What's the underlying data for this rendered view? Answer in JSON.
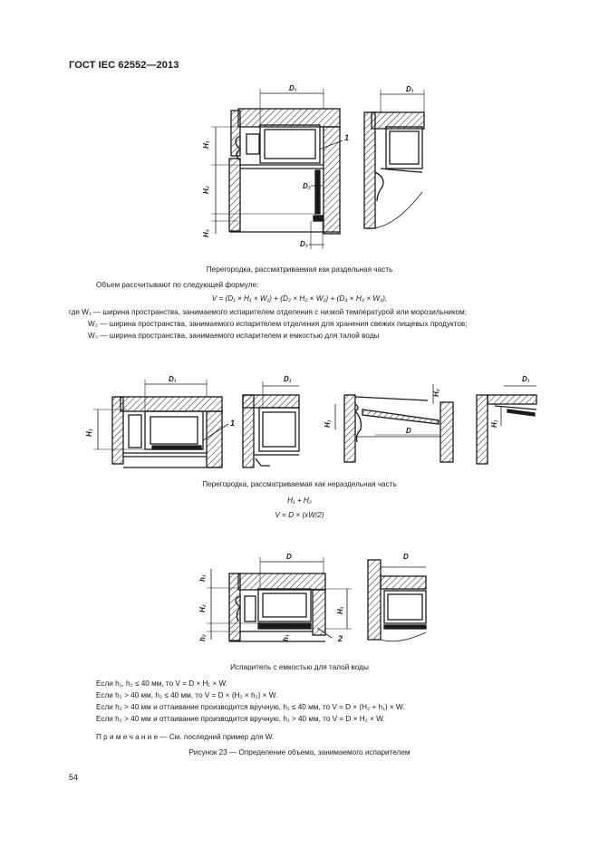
{
  "header": "ГОСТ IEC 62552—2013",
  "figure_a": {
    "caption": "Перегородка, рассматриваемая как раздельная часть",
    "labels": {
      "d1": "D₁",
      "d1b": "D₁",
      "h1": "H₁",
      "h2": "H₂",
      "h3": "H₃",
      "d2": "D₂",
      "d3": "D₃",
      "callout": "1"
    }
  },
  "formula_intro": "Объем рассчитывают по следующей формуле:",
  "formula": "V = (D₁ × H₁ × W₁) + (D₂ × H₂ × W₂) + (D₃ × H₃ × W₃),",
  "where": [
    "где W₁ — ширина пространства, занимаемого испарителем отделения с низкой температурой или морозильником;",
    "W₂ — ширина пространства, занимаемого испарителем отделения для хранения свежих пищевых продуктов;",
    "W₃ — ширина пространства, занимаемого испарителем и емкостью для талой воды"
  ],
  "figure_b": {
    "caption": "Перегородка, рассматриваемая как нераздельная часть",
    "labels": {
      "d1a": "D₁",
      "d1b": "D₁",
      "d1c": "D₁",
      "h1": "H₁",
      "callout": "1",
      "h1c": "H₁",
      "h2c": "H₂",
      "d": "D",
      "h1d": "H₁"
    },
    "formula1": "H₁ + H₂",
    "formula2": "V = D × (xW/2)"
  },
  "figure_c": {
    "caption": "Испаритель с емкостью для талой воды",
    "labels": {
      "d": "D",
      "d2": "D",
      "h1": "h₁",
      "h2": "H₂",
      "h3": "h₂",
      "bigH1": "H₁",
      "smallh": "h₁",
      "callout": "2"
    }
  },
  "conditions": [
    "Если h₁, h₂ ≤ 40 мм, то V = D × H₁ × W.",
    "Если h₂ > 40 мм, h₂ ≤ 40 мм, то V = D × (H₂ × h₂) × W.",
    "Если h₂ > 40 мм и оттаивание производится вручную, h₁ ≤ 40 мм, то V = D × (H₂ + h₁) × W.",
    "Если h₂ > 40 мм и оттаивание производится вручную, h₁ > 40 мм, то V = D × H₂ × W."
  ],
  "note": "П р и м е ч а н и е — См. последний пример для W.",
  "figure_title": "Рисунок 23 — Определение объема, занимаемого испарителем",
  "page_number": "54"
}
